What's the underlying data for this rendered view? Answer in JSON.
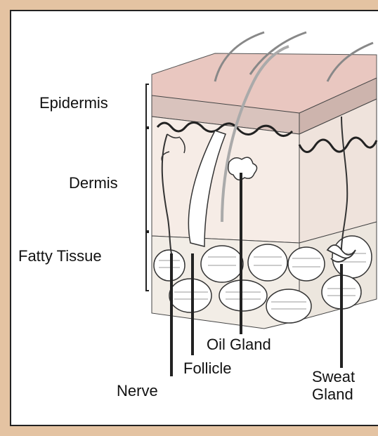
{
  "colors": {
    "frame": "#e4c3a2",
    "epidermis": "#e9c7c0",
    "dermis": "#f6ece6",
    "fat": "#f2ede6",
    "ink": "#222222"
  },
  "labels": {
    "epidermis": "Epidermis",
    "dermis": "Dermis",
    "fatty_tissue": "Fatty Tissue",
    "oil_gland": "Oil Gland",
    "follicle": "Follicle",
    "nerve": "Nerve",
    "sweat_gland_line1": "Sweat",
    "sweat_gland_line2": "Gland"
  }
}
